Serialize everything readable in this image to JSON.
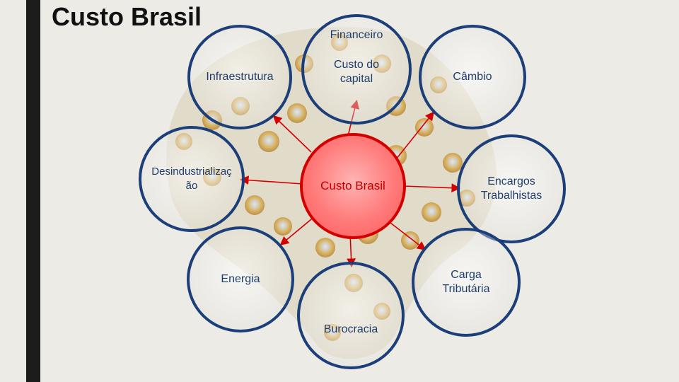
{
  "title": "Custo Brasil",
  "hub": "Custo Brasil",
  "nodes": {
    "financeiro": "Financeiro",
    "custo_capital": "Custo do capital",
    "infraestrutura": "Infraestrutura",
    "cambio": "Câmbio",
    "desindustrializacao": "Desindustrialização",
    "encargos": "Encargos Trabalhistas",
    "energia": "Energia",
    "carga": "Carga Tributária",
    "burocracia": "Burocracia"
  },
  "colors": {
    "circle_border": "#1c3f7a",
    "hub_border": "#d40000",
    "hub_fill": "#ff7a7a",
    "arrow": "#d40000",
    "left_bar": "#1c1c1c"
  }
}
